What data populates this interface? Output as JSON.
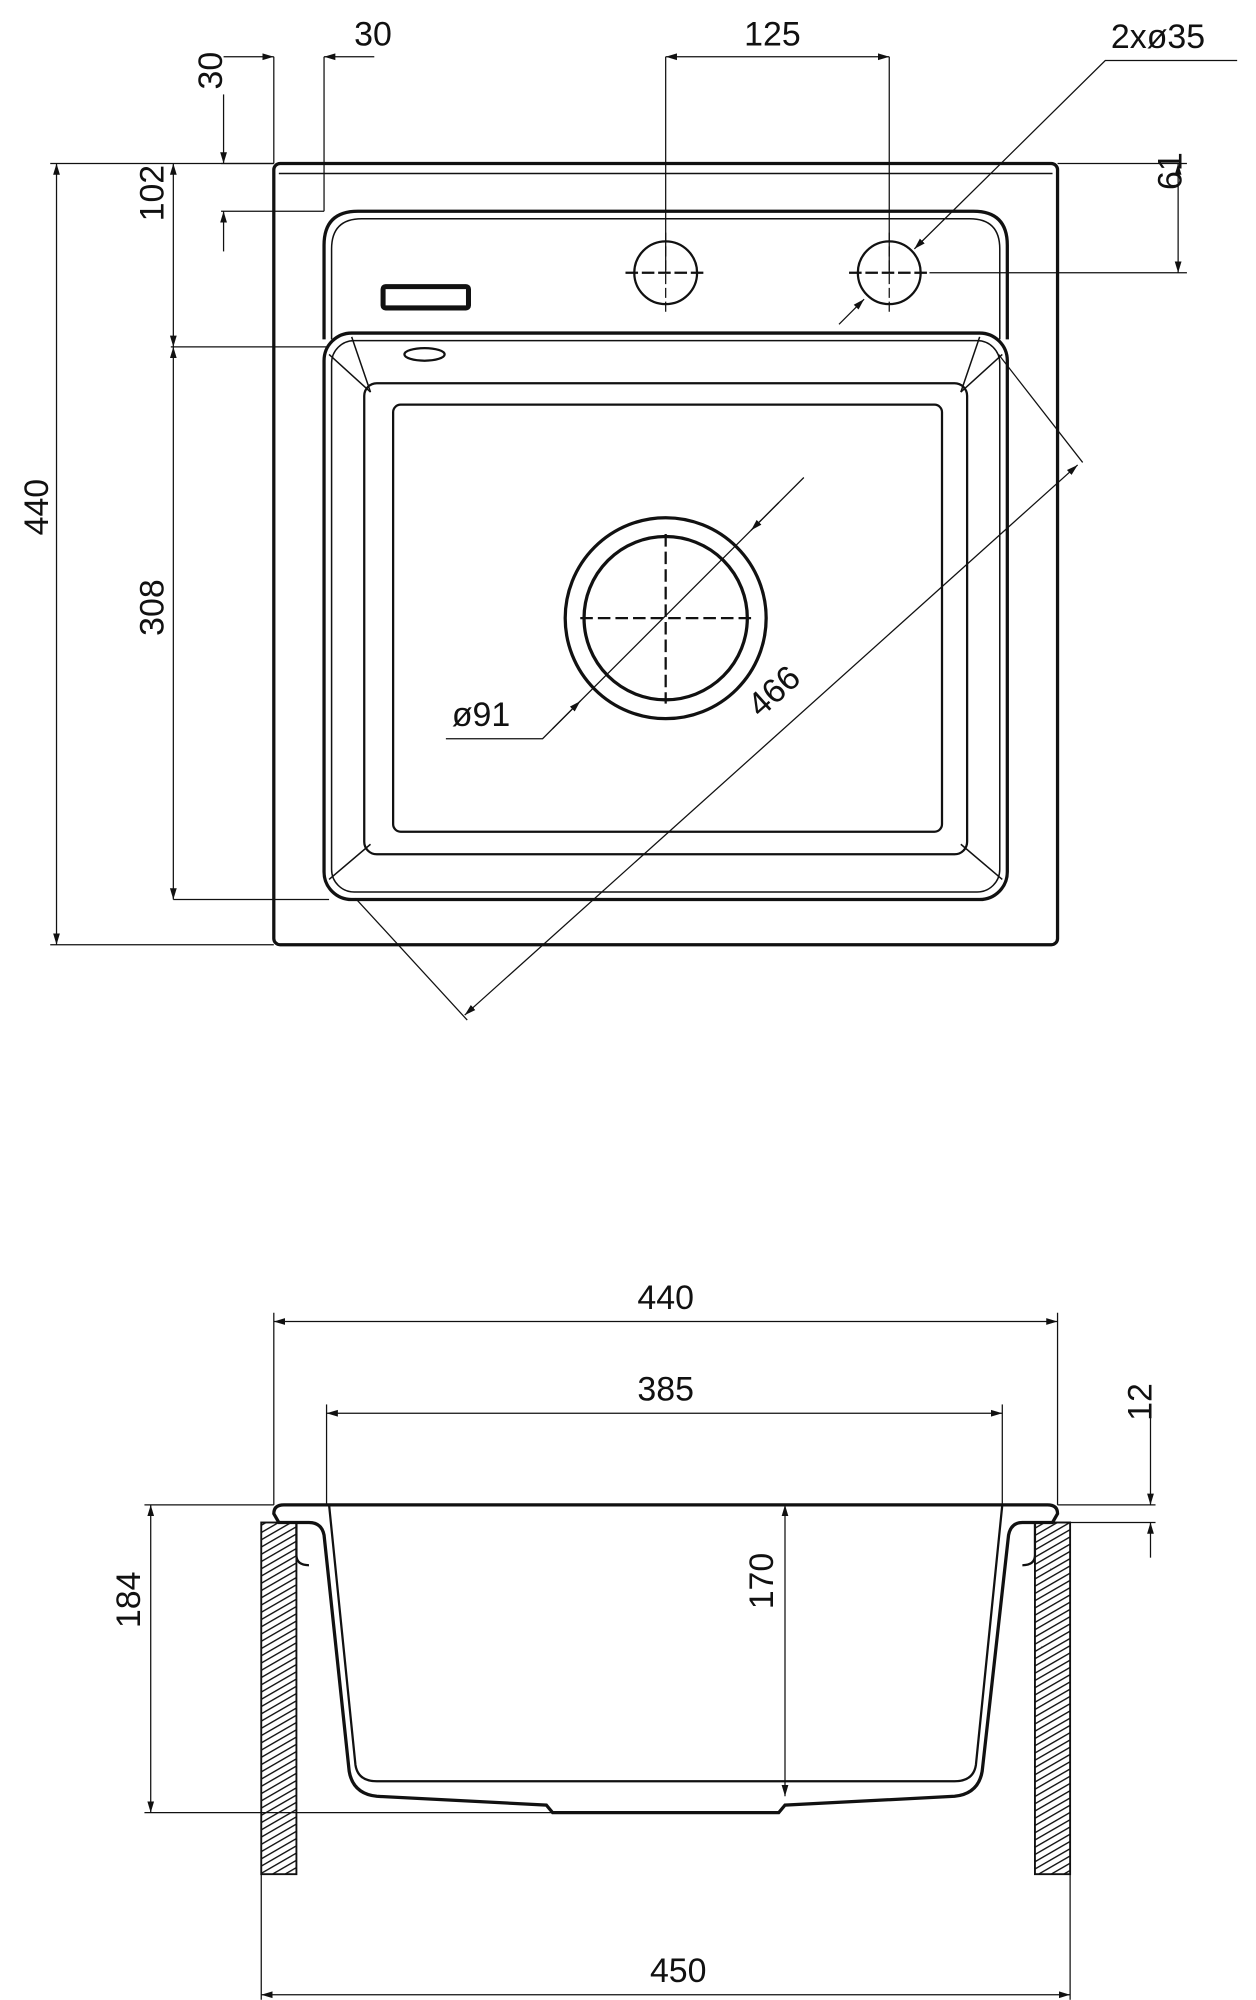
{
  "top_view": {
    "dim_rim_width": "30",
    "dim_tap_spacing": "125",
    "dim_tap_holes": "2xø35",
    "dim_rim_depth": "30",
    "dim_deck_depth": "102",
    "dim_total_depth": "440",
    "dim_bowl_depth": "308",
    "dim_tap_offset": "61",
    "dim_drain": "ø91",
    "dim_diagonal": "466"
  },
  "side_view": {
    "dim_total_width": "440",
    "dim_bowl_width": "385",
    "dim_cutout_width": "450",
    "dim_total_height": "184",
    "dim_bowl_height": "170",
    "dim_rim_thickness": "12"
  }
}
